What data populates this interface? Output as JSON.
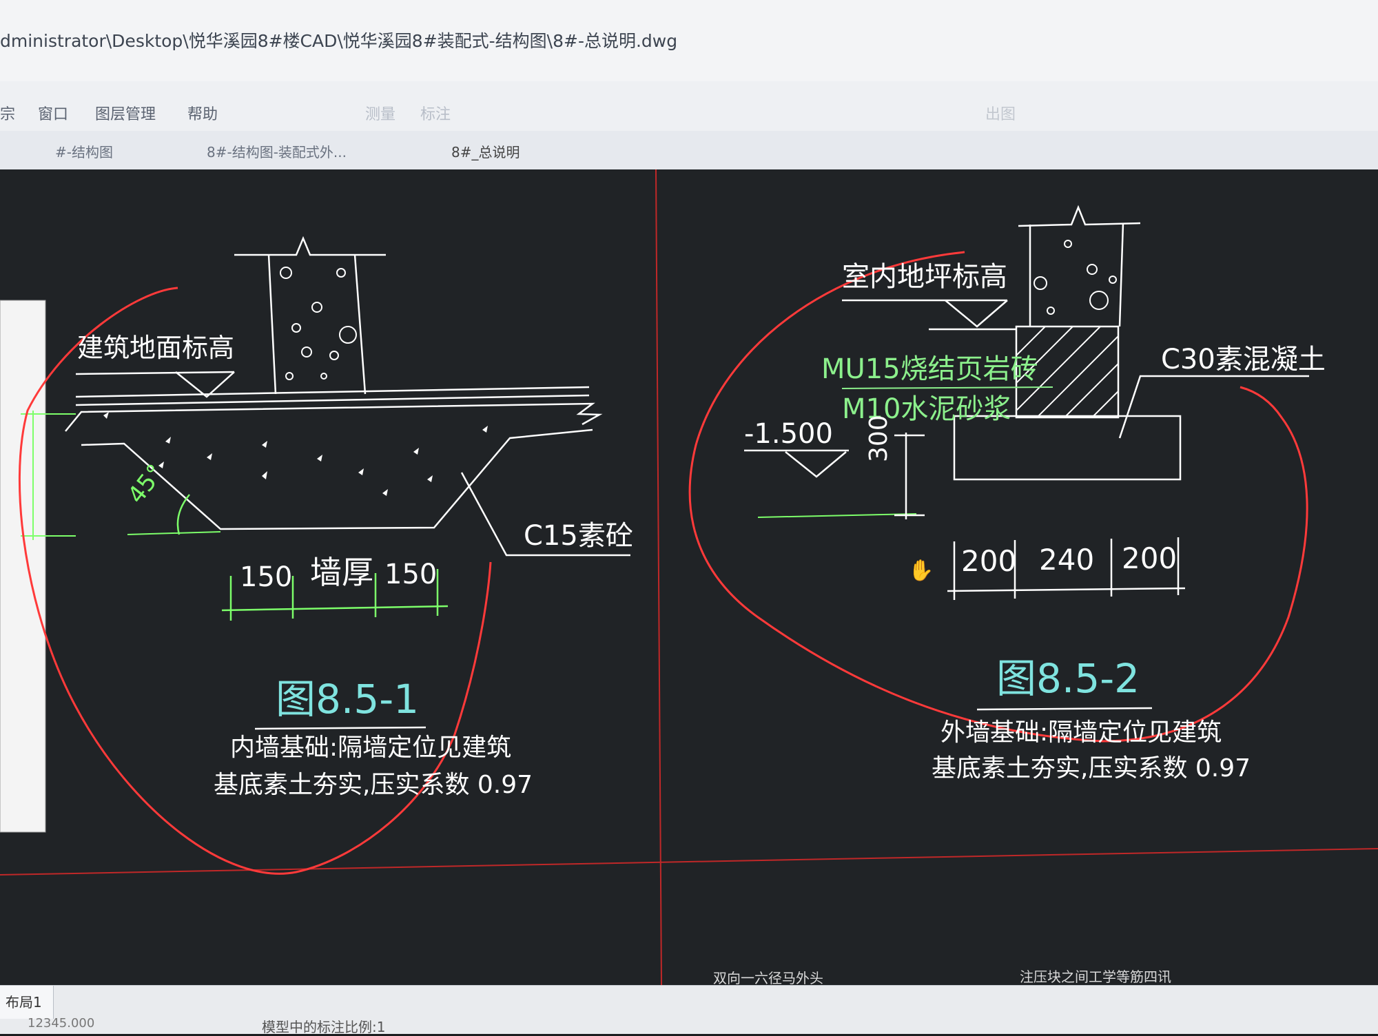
{
  "window": {
    "file_path": "dministrator\\Desktop\\悦华溪园8#楼CAD\\悦华溪园8#装配式-结构图\\8#-总说明.dwg"
  },
  "menu": {
    "items": [
      "宗",
      "窗口",
      "图层管理",
      "帮助",
      "测量",
      "标注",
      "出图"
    ]
  },
  "tabs": {
    "items": [
      "#-结构图",
      "8#-结构图-装配式外...",
      "8#_总说明"
    ]
  },
  "drawing": {
    "left": {
      "ground_label": "建筑地面标高",
      "angle_label": "45°",
      "concrete_label": "C15素砼",
      "dim_left": "150",
      "dim_mid": "墙厚",
      "dim_right": "150",
      "title": "图8.5-1",
      "note_line1": "内墙基础:隔墙定位见建筑",
      "note_line2": "基底素土夯实,压实系数 0.97"
    },
    "right": {
      "floor_label": "室内地坪标高",
      "brick_label": "MU15烧结页岩砖",
      "mortar_label": "M10水泥砂浆",
      "concrete_label": "C30素混凝土",
      "elevation": "-1.500",
      "height_dim": "300",
      "dim_left": "200",
      "dim_mid": "240",
      "dim_right": "200",
      "title": "图8.5-2",
      "note_line1": "外墙基础:隔墙定位见建筑",
      "note_line2": "基底素土夯实,压实系数 0.97"
    },
    "bottom_text_left": "双向一六径马外头",
    "bottom_text_right": "注压块之间工学等筋四讯",
    "colors": {
      "line": "#ffffff",
      "dimension": "#7dff6a",
      "cyan_text": "#7fe3df",
      "green_text": "#8cf08c",
      "red_markup": "#ff3a3a"
    }
  },
  "status": {
    "layout_tab": "布局1",
    "coords": "12345.000",
    "scale_text": "模型中的标注比例:1"
  }
}
